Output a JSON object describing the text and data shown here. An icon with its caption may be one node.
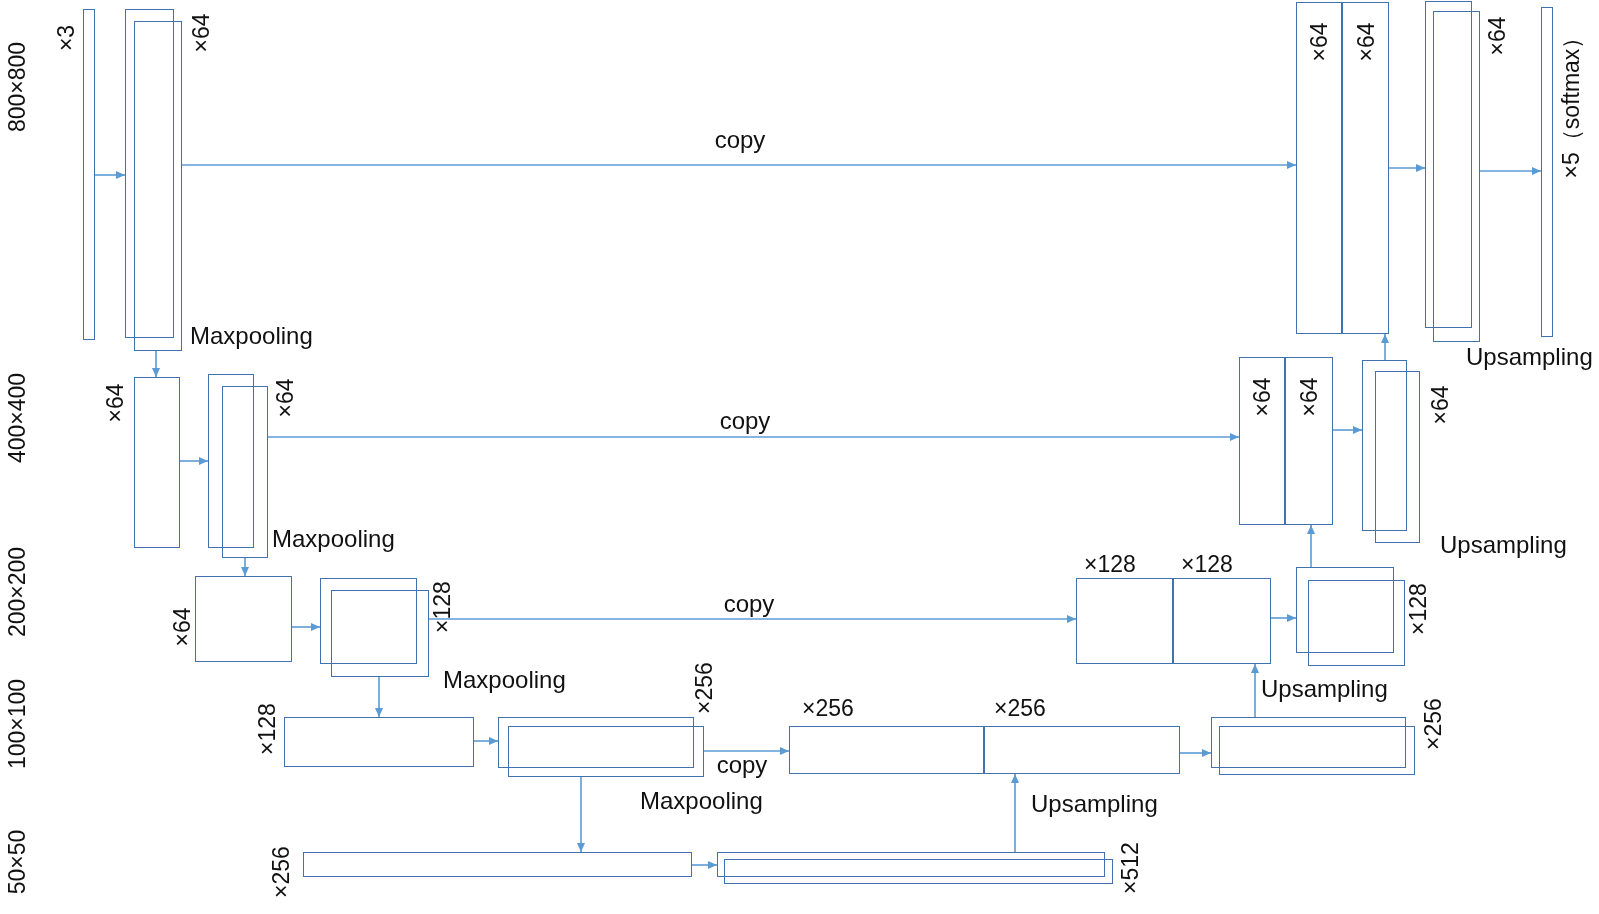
{
  "diagram": {
    "nodes": [
      {
        "text": [],
        "shape": "box",
        "beside": [
          "×3"
        ]
      },
      {
        "text": [],
        "shape": "box",
        "beside": [
          "×64"
        ]
      },
      {
        "text": [],
        "shape": "box",
        "beside": [
          "×64"
        ]
      },
      {
        "text": [],
        "shape": "box",
        "beside": [
          "×64"
        ]
      },
      {
        "text": [],
        "shape": "box",
        "beside": [
          "×64"
        ]
      },
      {
        "text": [],
        "shape": "box",
        "beside": [
          "×128"
        ]
      },
      {
        "text": [],
        "shape": "box",
        "beside": [
          "×128"
        ]
      },
      {
        "text": [],
        "shape": "box",
        "beside": [
          "×256"
        ]
      },
      {
        "text": [],
        "shape": "box",
        "beside": [
          "×256"
        ]
      },
      {
        "text": [],
        "shape": "box",
        "beside": [
          "×256"
        ]
      },
      {
        "text": [],
        "shape": "box",
        "beside": [
          "×256"
        ]
      },
      {
        "text": [],
        "shape": "box",
        "beside": [
          "×256"
        ]
      },
      {
        "text": [],
        "shape": "box",
        "beside": [
          "×512"
        ]
      },
      {
        "text": [],
        "shape": "box",
        "beside": [
          "×128"
        ]
      },
      {
        "text": [],
        "shape": "box",
        "beside": [
          "×128"
        ]
      },
      {
        "text": [],
        "shape": "box",
        "beside": [
          "×128"
        ]
      },
      {
        "text": [
          "×64"
        ]
      },
      {
        "text": [
          "×64"
        ]
      },
      {
        "text": [],
        "shape": "box",
        "beside": [
          "×64"
        ]
      },
      {
        "text": [
          "×64"
        ]
      },
      {
        "text": [
          "×64"
        ]
      },
      {
        "text": [],
        "shape": "box",
        "beside": [
          "×64"
        ]
      },
      {
        "text": [],
        "shape": "box",
        "beside": [
          "×5（softmax）"
        ]
      }
    ],
    "edges": [
      {
        "from": 0,
        "to": 1,
        "arrow": "to"
      },
      {
        "from": 1,
        "to": 2,
        "arrow": "to"
      },
      {
        "from": 2,
        "to": 3,
        "arrow": "to"
      },
      {
        "from": 3,
        "to": 4,
        "arrow": "to"
      },
      {
        "from": 4,
        "to": 5,
        "arrow": "to"
      },
      {
        "from": 5,
        "to": 6,
        "arrow": "to"
      },
      {
        "from": 6,
        "to": 7,
        "arrow": "to"
      },
      {
        "from": 7,
        "to": 11,
        "arrow": "to"
      },
      {
        "from": 11,
        "to": 12,
        "arrow": "to"
      },
      {
        "from": 12,
        "to": 9,
        "arrow": "to"
      },
      {
        "from": 7,
        "to": 8,
        "arrow": "to",
        "label": "copy"
      },
      {
        "from": 9,
        "to": 10,
        "arrow": "to"
      },
      {
        "from": 10,
        "to": 14,
        "arrow": "to"
      },
      {
        "from": 5,
        "to": 13,
        "arrow": "to",
        "label": "copy"
      },
      {
        "from": 14,
        "to": 15,
        "arrow": "to"
      },
      {
        "from": 15,
        "to": 17,
        "arrow": "to"
      },
      {
        "from": 3,
        "to": 16,
        "arrow": "to",
        "label": "copy"
      },
      {
        "from": 17,
        "to": 18,
        "arrow": "to"
      },
      {
        "from": 18,
        "to": 20,
        "arrow": "to"
      },
      {
        "from": 1,
        "to": 19,
        "arrow": "to",
        "label": "copy"
      },
      {
        "from": 20,
        "to": 21,
        "arrow": "to"
      },
      {
        "from": 21,
        "to": 22,
        "arrow": "to"
      }
    ],
    "labels": [
      "800×800",
      "400×400",
      "200×200",
      "100×100",
      "50×50",
      "Maxpooling",
      "Maxpooling",
      "Maxpooling",
      "Maxpooling",
      "Upsampling",
      "Upsampling",
      "Upsampling",
      "Upsampling"
    ]
  }
}
